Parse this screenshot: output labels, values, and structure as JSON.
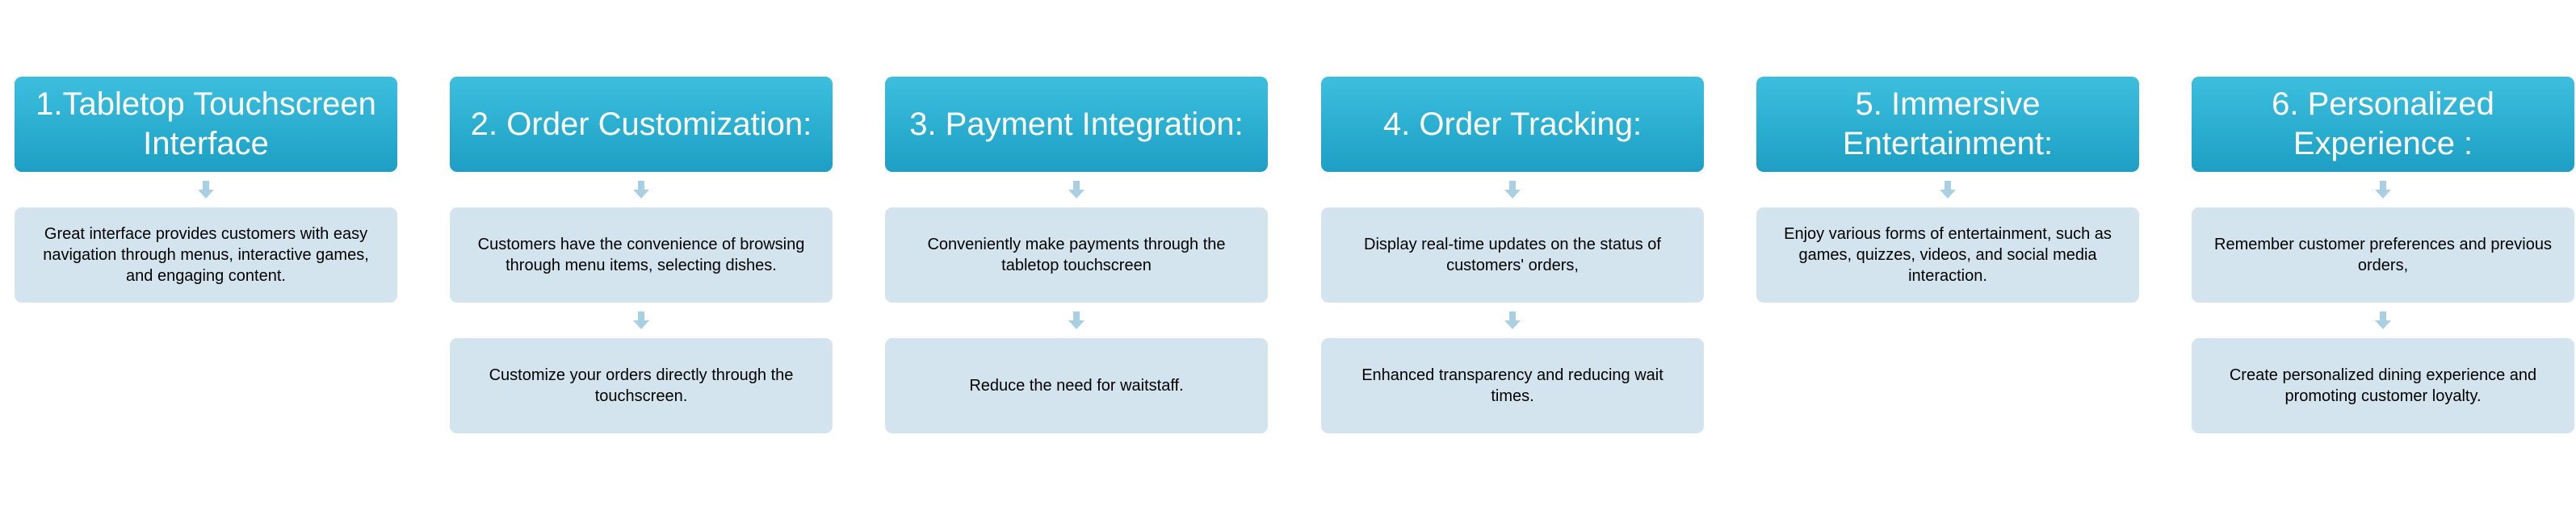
{
  "steps": [
    {
      "title": "1.Tabletop Touchscreen Interface",
      "items": [
        "Great interface provides customers with easy navigation through menus, interactive games, and engaging content."
      ]
    },
    {
      "title": "2. Order Customization:",
      "items": [
        "Customers have the convenience of browsing through menu items, selecting dishes.",
        "Customize your orders directly through the touchscreen."
      ]
    },
    {
      "title": "3. Payment Integration:",
      "items": [
        "Conveniently make payments through the tabletop touchscreen",
        "Reduce the need for waitstaff."
      ]
    },
    {
      "title": "4. Order Tracking:",
      "items": [
        "Display real-time updates on the status of customers' orders,",
        "Enhanced transparency and reducing wait times."
      ]
    },
    {
      "title": "5. Immersive Entertainment:",
      "items": [
        "Enjoy various forms of entertainment, such as games, quizzes, videos, and social media interaction."
      ]
    },
    {
      "title": "6. Personalized Experience :",
      "items": [
        "Remember customer preferences and previous orders,",
        "Create personalized dining experience and promoting customer loyalty."
      ]
    }
  ],
  "colors": {
    "header": "#2aaed0",
    "box": "#d3e4ef",
    "arrow": "#a9cfe3"
  }
}
